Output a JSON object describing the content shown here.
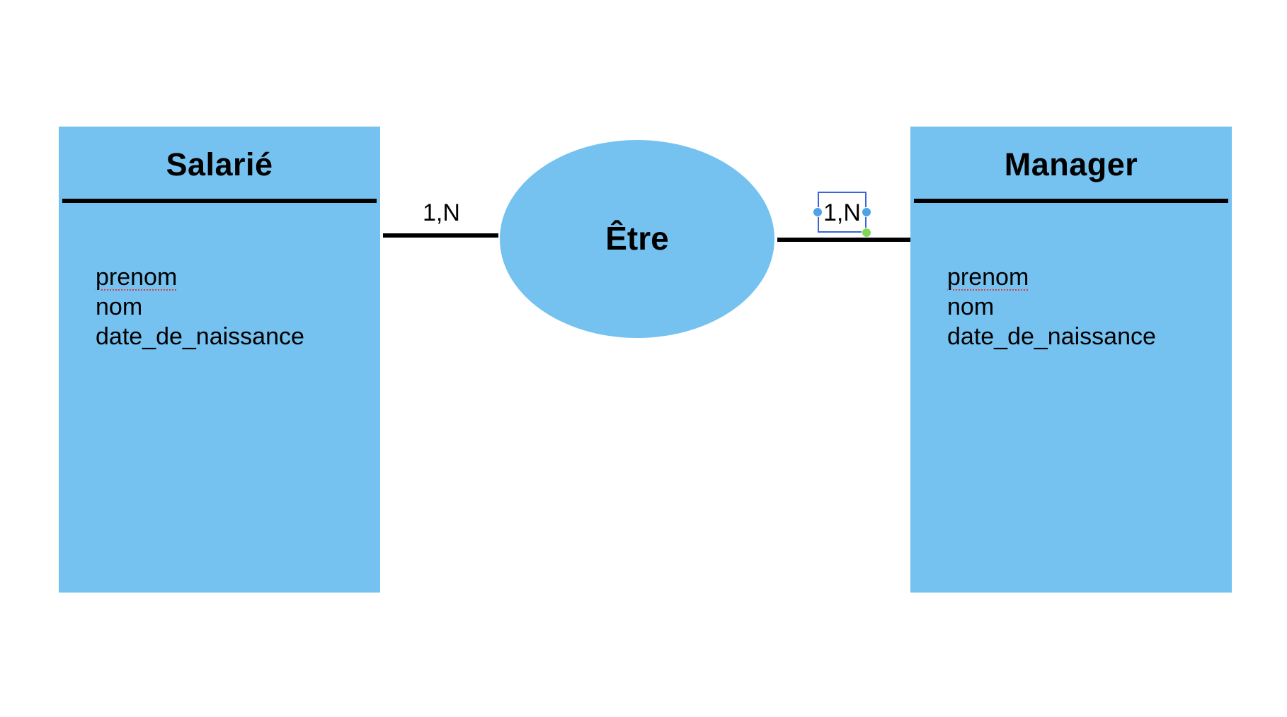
{
  "diagram": {
    "entities": [
      {
        "title": "Salarié",
        "attributes": [
          "prenom",
          "nom",
          "date_de_naissance"
        ]
      },
      {
        "title": "Manager",
        "attributes": [
          "prenom",
          "nom",
          "date_de_naissance"
        ]
      }
    ],
    "association": {
      "label": "Être"
    },
    "cardinalities": {
      "left": "1,N",
      "right": "1,N"
    },
    "colors": {
      "shape_fill": "#75C2F1",
      "line": "#000000",
      "selection": "#3b63d6",
      "handle": "#4da3e6",
      "rotate_handle": "#7ed957",
      "spellcheck": "#e03b3b"
    }
  }
}
